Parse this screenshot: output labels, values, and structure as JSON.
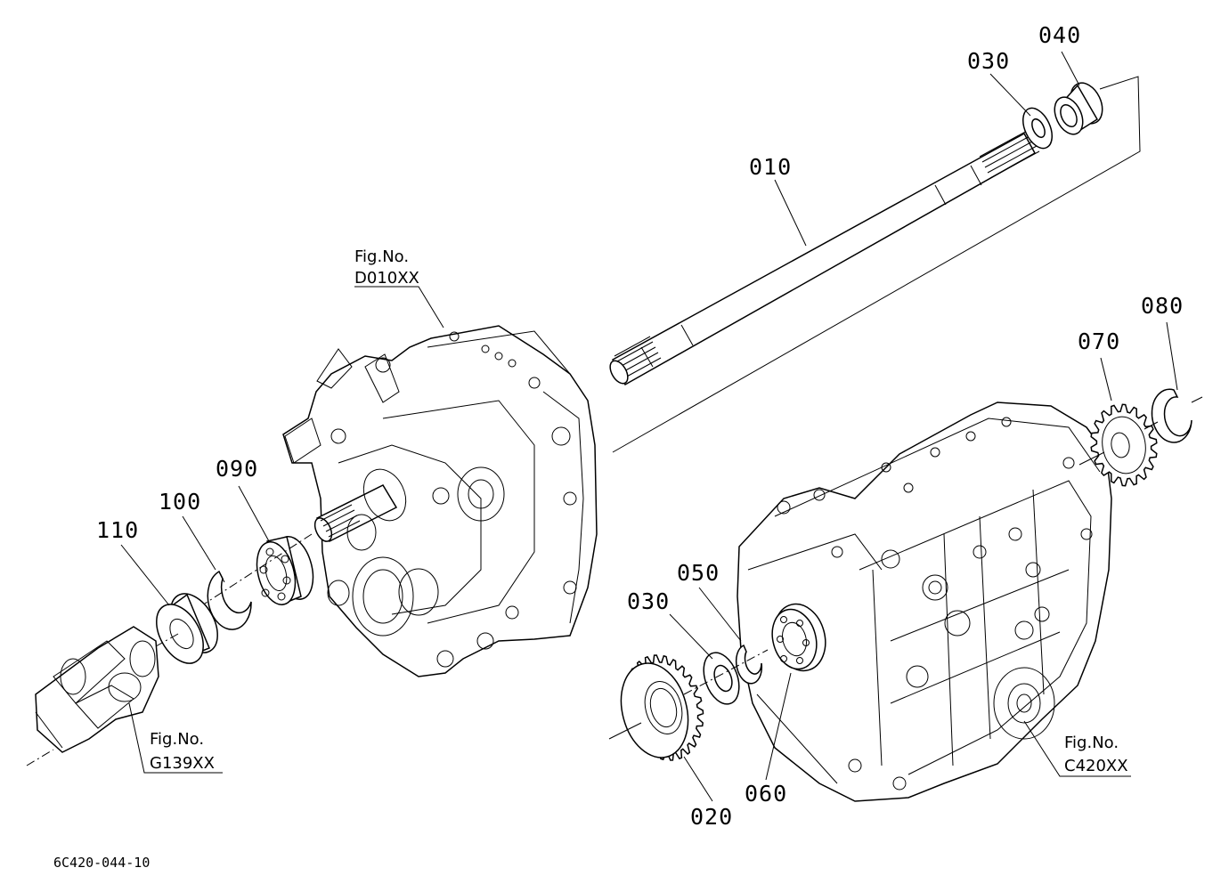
{
  "parts": [
    {
      "id": "p010",
      "label": "010"
    },
    {
      "id": "p020",
      "label": "020"
    },
    {
      "id": "p030a",
      "label": "030"
    },
    {
      "id": "p030b",
      "label": "030"
    },
    {
      "id": "p040",
      "label": "040"
    },
    {
      "id": "p050",
      "label": "050"
    },
    {
      "id": "p060",
      "label": "060"
    },
    {
      "id": "p070",
      "label": "070"
    },
    {
      "id": "p080",
      "label": "080"
    },
    {
      "id": "p090",
      "label": "090"
    },
    {
      "id": "p100",
      "label": "100"
    },
    {
      "id": "p110",
      "label": "110"
    }
  ],
  "figure_refs": {
    "d010": {
      "line1": "Fig.No.",
      "line2": "D010XX"
    },
    "g139": {
      "line1": "Fig.No.",
      "line2": "G139XX"
    },
    "c420": {
      "line1": "Fig.No.",
      "line2": "C420XX"
    }
  },
  "drawing_code": "6C420-044-10"
}
